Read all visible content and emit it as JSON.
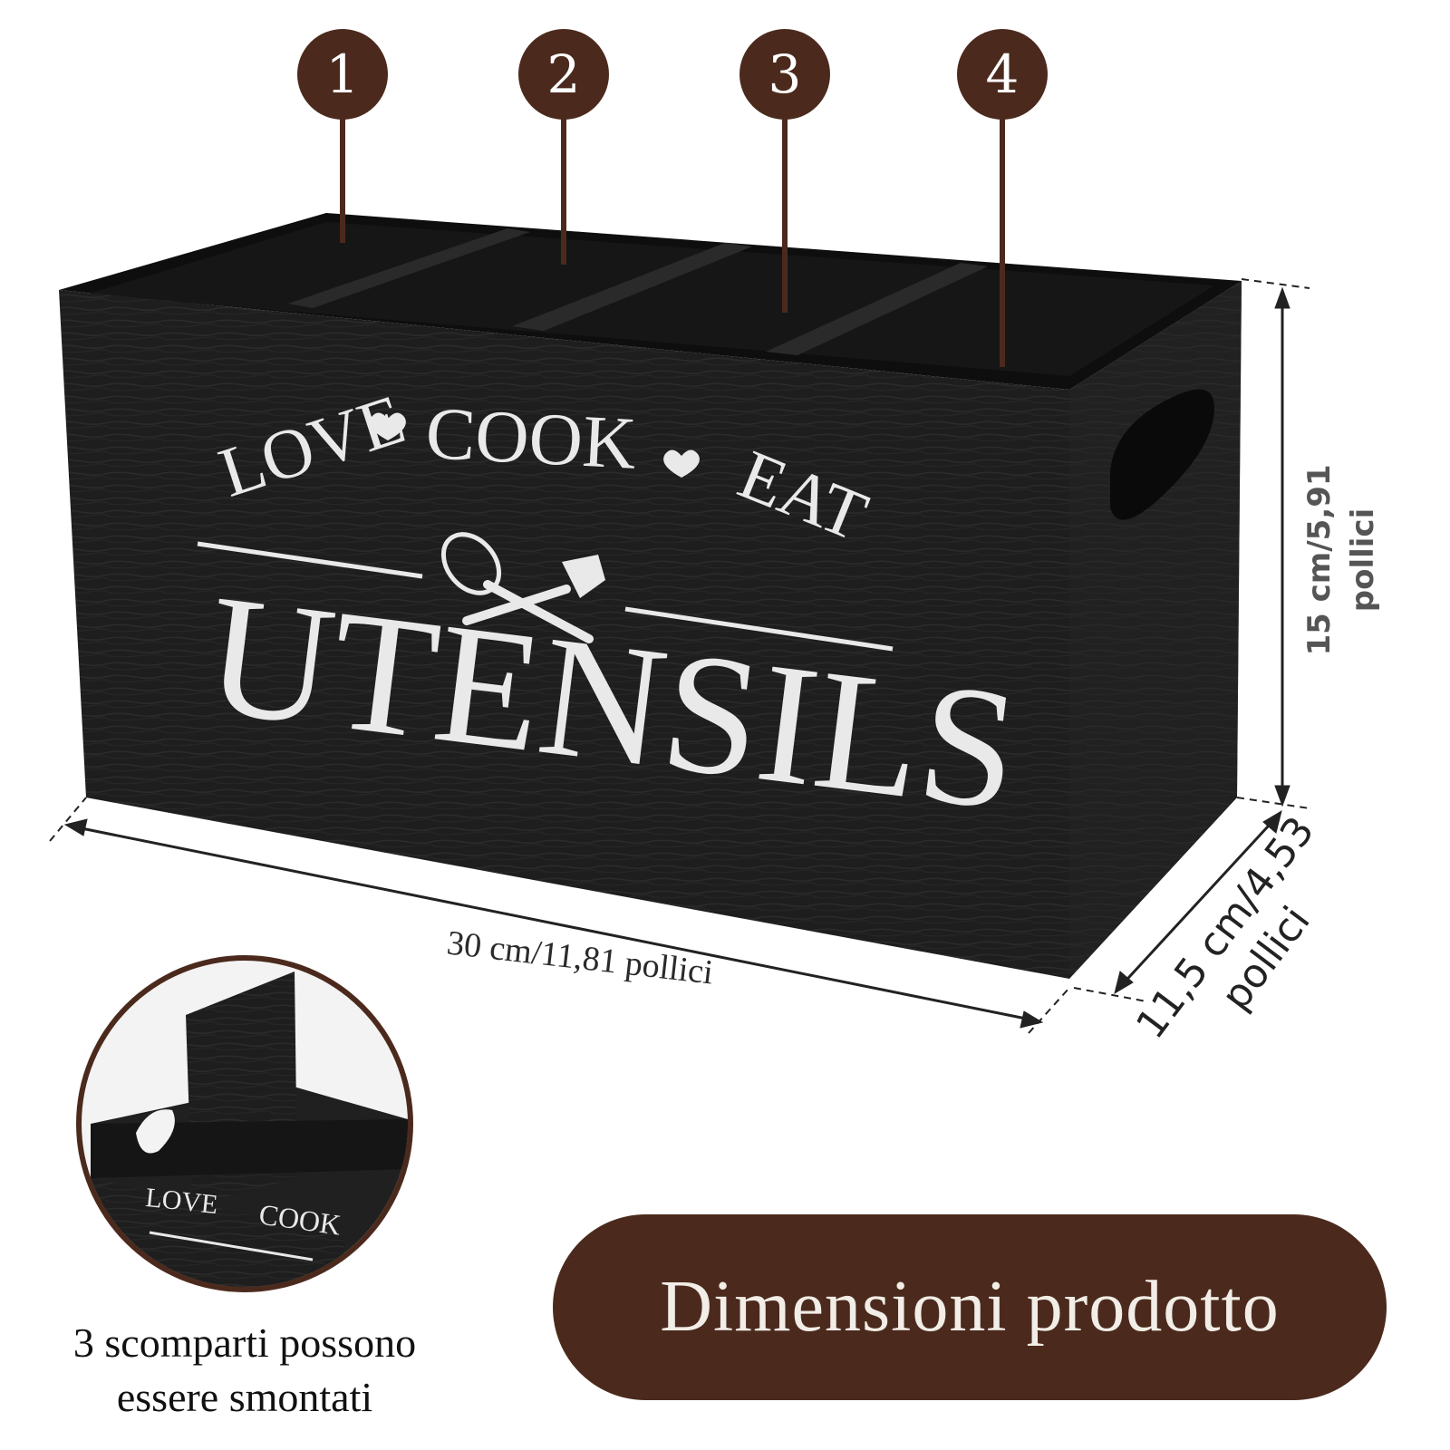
{
  "callouts": [
    "1",
    "2",
    "3",
    "4"
  ],
  "box_print": {
    "slogan_words": [
      "LOVE",
      "COOK",
      "EAT"
    ],
    "main_word": "UTENSILS"
  },
  "dimensions": {
    "width_label": "30 cm/11,81 pollici",
    "height_line1": "15 cm/5,91",
    "height_line2": "pollici",
    "depth_line1": "11,5 cm/4,53",
    "depth_line2": "pollici"
  },
  "inset": {
    "slogan_words": [
      "LOVE",
      "COOK"
    ],
    "caption_line1": "3 scomparti possono",
    "caption_line2": "essere smontati"
  },
  "badge": {
    "label": "Dimensioni prodotto"
  },
  "colors": {
    "brown": "#4b2a1d",
    "box_black": "#1c1c1c",
    "print_white": "#e9e9e9"
  }
}
